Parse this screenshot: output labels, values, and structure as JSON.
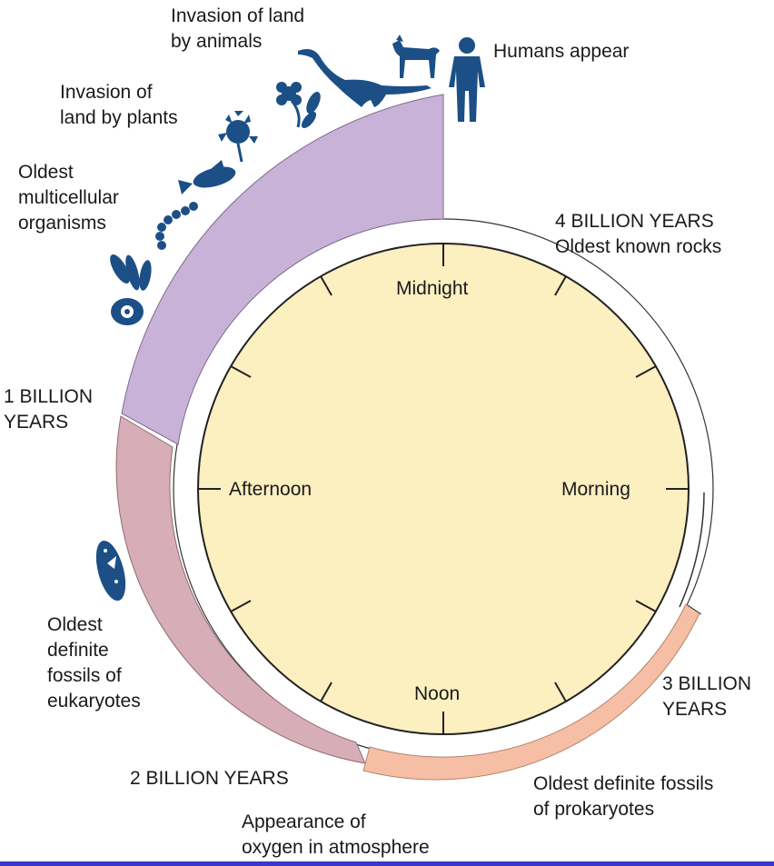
{
  "clock": {
    "midnight": "Midnight",
    "morning": "Morning",
    "noon": "Noon",
    "afternoon": "Afternoon"
  },
  "labels": {
    "invasion_animals": "Invasion of land\nby animals",
    "humans_appear": "Humans appear",
    "invasion_plants": "Invasion of\nland by plants",
    "oldest_multicellular": "Oldest\nmulticellular\norganisms",
    "four_billion": "4 BILLION YEARS\nOldest known rocks",
    "one_billion": "1 BILLION\nYEARS",
    "eukaryotes": "Oldest\ndefinite\nfossils of\neukaryotes",
    "three_billion": "3 BILLION\nYEARS",
    "two_billion": "2 BILLION YEARS",
    "prokaryotes": "Oldest definite fossils\nof prokaryotes",
    "oxygen": "Appearance of\noxygen in atmosphere"
  },
  "colors": {
    "clock_face": "#fcefc0",
    "clock_outline": "#222222",
    "purple_band": "#c8b2d8",
    "pink_band": "#d7adb7",
    "orange_band": "#f6bea4",
    "icon": "#1c4f86"
  },
  "icons": [
    "protist-icon",
    "algae-icon",
    "worm-icon",
    "fish-icon",
    "plant-icon",
    "flower-icon",
    "dinosaur-icon",
    "dog-icon",
    "human-icon",
    "eukaryote-cell-icon"
  ]
}
